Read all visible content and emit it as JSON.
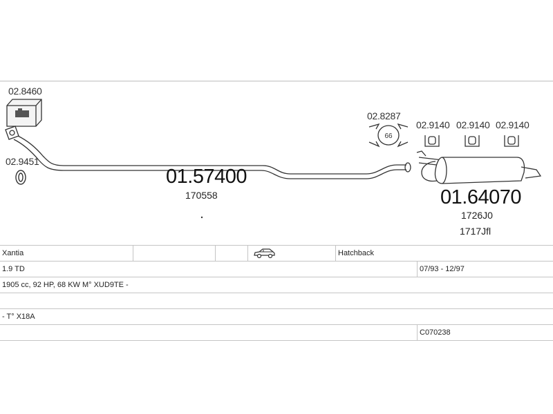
{
  "parts": {
    "part_1": "02.8460",
    "part_2": "02.9451",
    "part_3": "02.8287",
    "part_4": "02.9140",
    "part_5": "02.9140",
    "part_6": "02.9140",
    "front_pipe_number": "01.57400",
    "front_pipe_ref": "170558",
    "rear_silencer_number": "01.64070",
    "rear_silencer_ref_1": "1726J0",
    "rear_silencer_ref_2": "1717Jfl",
    "clamp_size": "66"
  },
  "vehicle": {
    "model": "Xantia",
    "body_type": "Hatchback",
    "engine": "1.9 TD",
    "years": "07/93 - 12/97",
    "spec_line": "1905 cc, 92 HP, 68 KW M° XUD9TE -",
    "type_line": "- T° X18A",
    "code": "C070238"
  },
  "icons": {
    "kit_box": "exhaust-kit-box-icon",
    "car": "hatchback-car-icon"
  }
}
